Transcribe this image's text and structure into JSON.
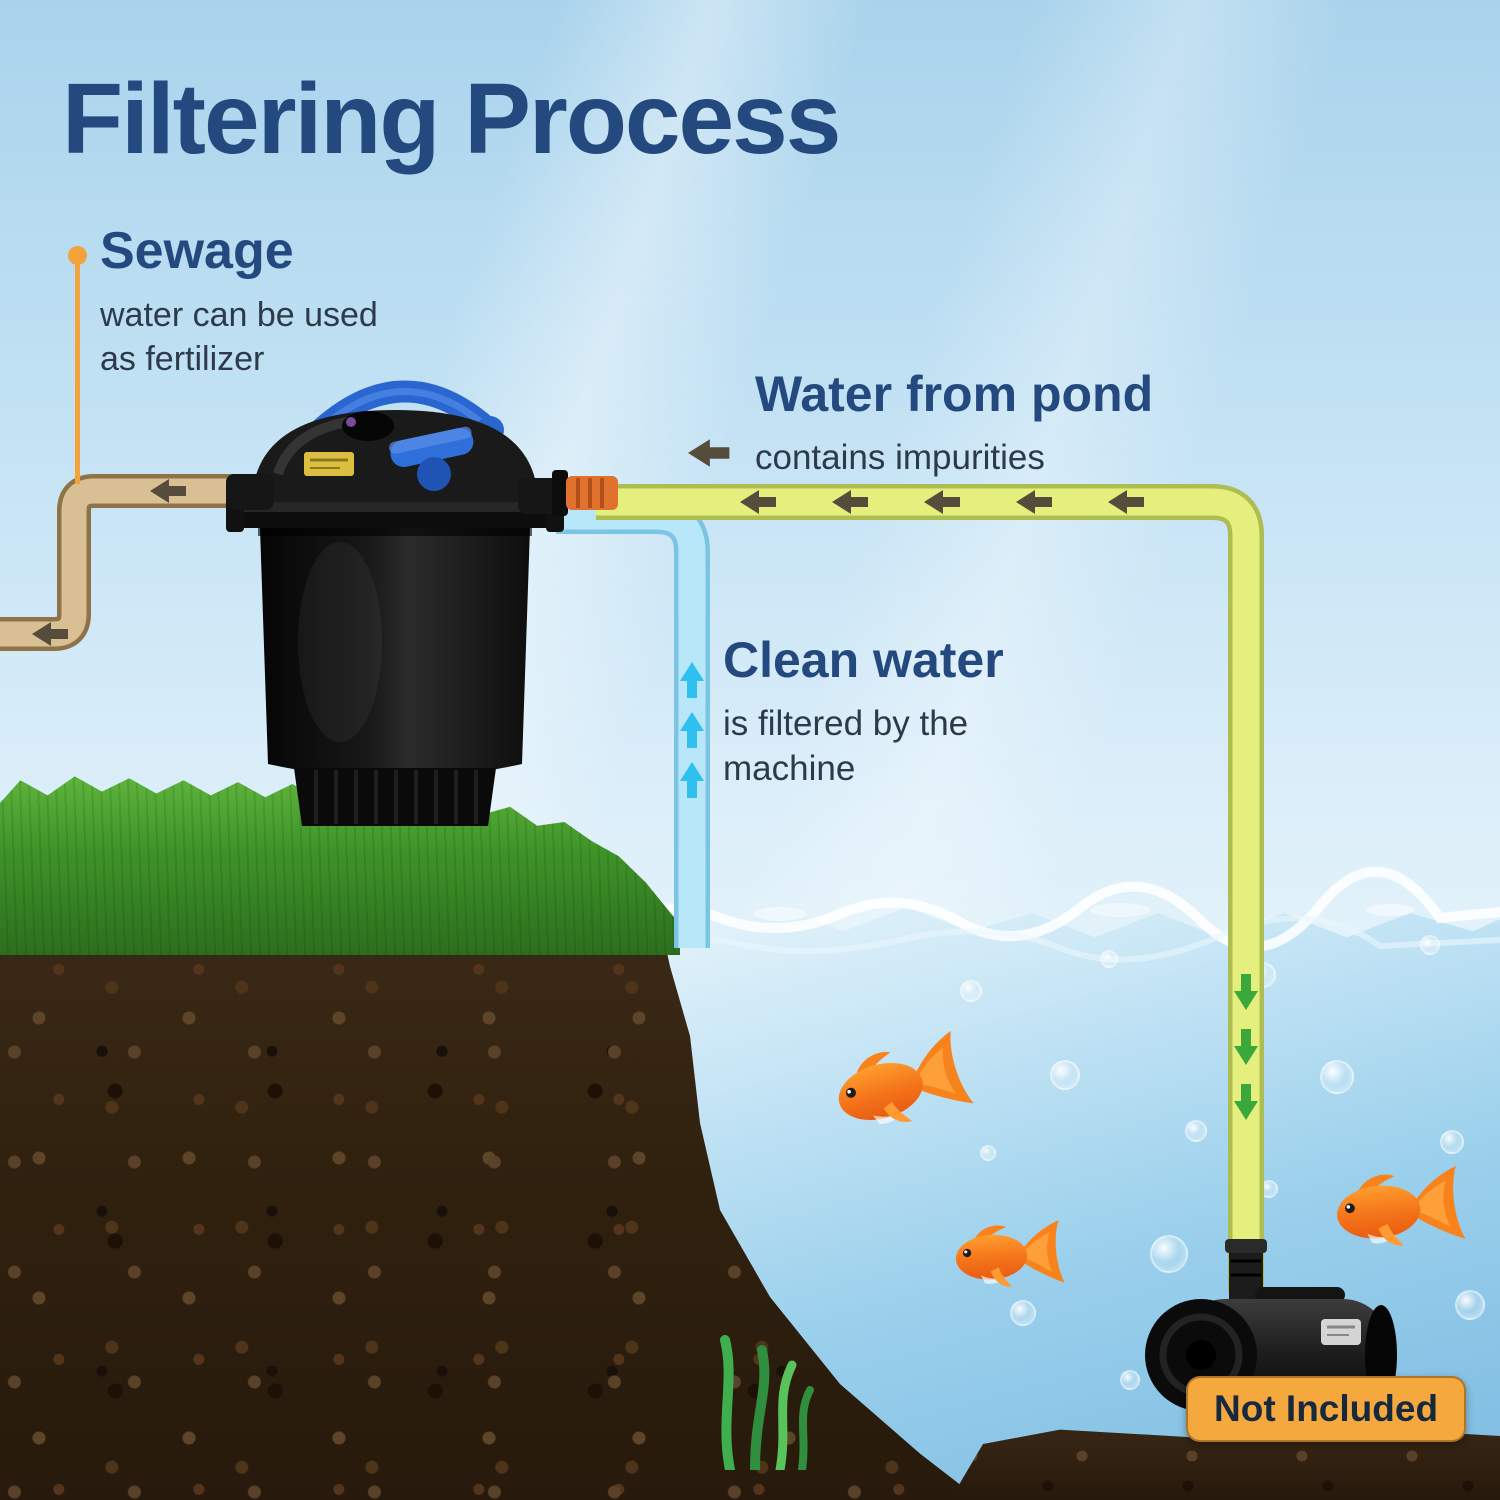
{
  "title": "Filtering Process",
  "annotations": {
    "sewage": {
      "heading": "Sewage",
      "sub_line1": "water can be used",
      "sub_line2": "as fertilizer"
    },
    "pond_water": {
      "heading": "Water from pond",
      "sub": "contains impurities"
    },
    "clean_water": {
      "heading": "Clean water",
      "sub_line1": "is filtered by the",
      "sub_line2": "machine"
    }
  },
  "badge": {
    "label": "Not Included"
  },
  "colors": {
    "heading_navy": "#24497e",
    "body_text": "#2c3a49",
    "accent_orange": "#f2a33c",
    "sewage_pipe": "#d9c094",
    "sewage_pipe_edge": "#8f7348",
    "pond_pipe": "#e4ef7d",
    "pond_pipe_edge": "#aebd52",
    "clean_pipe": "#b7e7f8",
    "clean_pipe_edge": "#7cc4e4",
    "arrow_dark": "#564c3c",
    "arrow_cyan": "#2fc0f0",
    "arrow_green": "#3aa83a",
    "badge_bg": "#f5a83d",
    "badge_text": "#17293f"
  }
}
